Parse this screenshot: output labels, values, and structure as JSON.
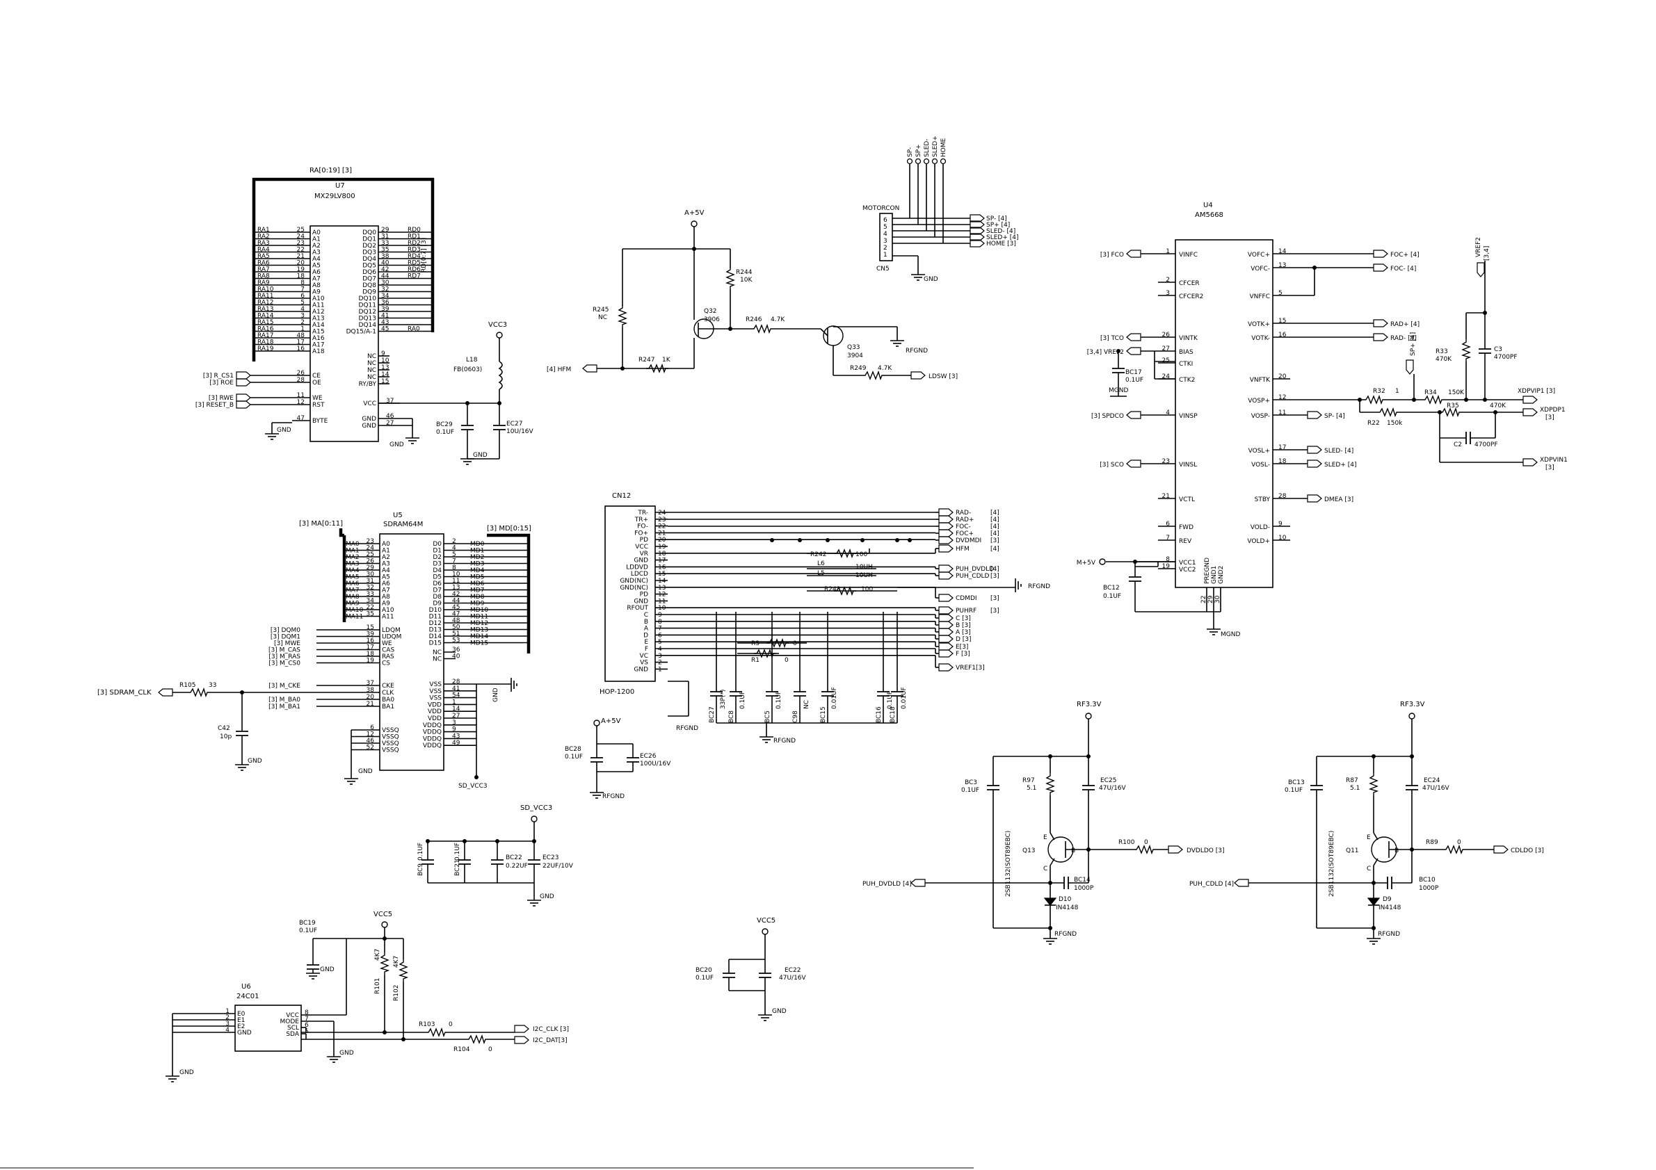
{
  "colors": {
    "ink": "#000000",
    "paper": "#ffffff"
  },
  "u7": {
    "ref": "U7",
    "part": "MX29LV800",
    "bus_top": "RA[0:19] [3]",
    "addr_pins": [
      [
        "RA1",
        "25",
        "A0"
      ],
      [
        "RA2",
        "24",
        "A1"
      ],
      [
        "RA3",
        "23",
        "A2"
      ],
      [
        "RA4",
        "22",
        "A3"
      ],
      [
        "RA5",
        "21",
        "A4"
      ],
      [
        "RA6",
        "20",
        "A5"
      ],
      [
        "RA7",
        "19",
        "A6"
      ],
      [
        "RA8",
        "18",
        "A7"
      ],
      [
        "RA9",
        "8",
        "A8"
      ],
      [
        "RA10",
        "7",
        "A9"
      ],
      [
        "RA11",
        "6",
        "A10"
      ],
      [
        "RA12",
        "5",
        "A11"
      ],
      [
        "RA13",
        "4",
        "A12"
      ],
      [
        "RA14",
        "3",
        "A13"
      ],
      [
        "RA15",
        "2",
        "A14"
      ],
      [
        "RA16",
        "1",
        "A15"
      ],
      [
        "RA17",
        "48",
        "A16"
      ],
      [
        "RA18",
        "17",
        "A17"
      ],
      [
        "RA19",
        "16",
        "A18"
      ]
    ],
    "data_pins": [
      [
        "DQ0",
        "29",
        "RD0"
      ],
      [
        "DQ1",
        "31",
        "RD1"
      ],
      [
        "DQ2",
        "33",
        "RD2"
      ],
      [
        "DQ3",
        "35",
        "RD3"
      ],
      [
        "DQ4",
        "38",
        "RD4"
      ],
      [
        "DQ5",
        "40",
        "RD5"
      ],
      [
        "DQ6",
        "42",
        "RD6"
      ],
      [
        "DQ7",
        "44",
        "RD7"
      ],
      [
        "DQ8",
        "30",
        ""
      ],
      [
        "DQ9",
        "32",
        ""
      ],
      [
        "DQ10",
        "34",
        ""
      ],
      [
        "DQ11",
        "36",
        ""
      ],
      [
        "DQ12",
        "39",
        ""
      ],
      [
        "DQ13",
        "41",
        ""
      ],
      [
        "DQ14",
        "43",
        ""
      ],
      [
        "DQ15/A-1",
        "45",
        "RA0"
      ]
    ],
    "data_bus": "RD[0:7] [3]",
    "nc_pins": [
      [
        "NC",
        "9"
      ],
      [
        "NC",
        "10"
      ],
      [
        "NC",
        "13"
      ],
      [
        "NC",
        "14"
      ],
      [
        "RY/BY",
        "15"
      ]
    ],
    "ctl_pins": [
      [
        "[3] R_CS1",
        "26",
        "CE"
      ],
      [
        "[3] ROE",
        "28",
        "OE"
      ],
      [
        "[3] RWE",
        "11",
        "WE"
      ],
      [
        "[3] RESET_B",
        "12",
        "RST"
      ],
      [
        "",
        "47",
        "BYTE"
      ]
    ],
    "pwr_pins": [
      [
        "VCC",
        "37"
      ],
      [
        "GND",
        "46"
      ],
      [
        "GND",
        "27"
      ]
    ]
  },
  "u5": {
    "ref": "U5",
    "part": "SDRAM64M",
    "bus_left": "[3] MA[0:11]",
    "bus_right": "[3] MD[0:15]",
    "addr_pins": [
      [
        "MA0",
        "23",
        "A0"
      ],
      [
        "MA1",
        "24",
        "A1"
      ],
      [
        "MA2",
        "25",
        "A2"
      ],
      [
        "MA3",
        "26",
        "A3"
      ],
      [
        "MA4",
        "29",
        "A4"
      ],
      [
        "MA5",
        "30",
        "A5"
      ],
      [
        "MA6",
        "31",
        "A6"
      ],
      [
        "MA7",
        "32",
        "A7"
      ],
      [
        "MA8",
        "33",
        "A8"
      ],
      [
        "MA9",
        "34",
        "A9"
      ],
      [
        "MA10",
        "22",
        "A10"
      ],
      [
        "MA11",
        "35",
        "A11"
      ]
    ],
    "ctl_pins": [
      [
        "[3] DQM0",
        "15",
        "LDQM"
      ],
      [
        "[3] DQM1",
        "39",
        "UDQM"
      ],
      [
        "[3] MWE",
        "16",
        "WE"
      ],
      [
        "[3] M_CAS",
        "17",
        "CAS"
      ],
      [
        "[3] M_RAS",
        "18",
        "RAS"
      ],
      [
        "[3] M_CS0",
        "19",
        "CS"
      ]
    ],
    "clk_pins": [
      [
        "[3] M_CKE",
        "37",
        "CKE"
      ],
      [
        "",
        "38",
        "CLK"
      ],
      [
        "[3] M_BA0",
        "20",
        "BA0"
      ],
      [
        "[3] M_BA1",
        "21",
        "BA1"
      ]
    ],
    "vssq_pins": [
      [
        "6",
        "VSSQ"
      ],
      [
        "12",
        "VSSQ"
      ],
      [
        "46",
        "VSSQ"
      ],
      [
        "52",
        "VSSQ"
      ]
    ],
    "data_pins": [
      [
        "D0",
        "2",
        "MD0"
      ],
      [
        "D1",
        "4",
        "MD1"
      ],
      [
        "D2",
        "5",
        "MD2"
      ],
      [
        "D3",
        "7",
        "MD3"
      ],
      [
        "D4",
        "8",
        "MD4"
      ],
      [
        "D5",
        "10",
        "MD5"
      ],
      [
        "D6",
        "11",
        "MD6"
      ],
      [
        "D7",
        "13",
        "MD7"
      ],
      [
        "D8",
        "42",
        "MD8"
      ],
      [
        "D9",
        "44",
        "MD9"
      ],
      [
        "D10",
        "45",
        "MD10"
      ],
      [
        "D11",
        "47",
        "MD11"
      ],
      [
        "D12",
        "48",
        "MD12"
      ],
      [
        "D13",
        "50",
        "MD13"
      ],
      [
        "D14",
        "51",
        "MD14"
      ],
      [
        "D15",
        "53",
        "MD15"
      ]
    ],
    "nc_pins": [
      [
        "NC",
        "36"
      ],
      [
        "NC",
        "40"
      ]
    ],
    "pwr_pins": [
      [
        "VSS",
        "28"
      ],
      [
        "VSS",
        "41"
      ],
      [
        "VSS",
        "54"
      ],
      [
        "VDD",
        "1"
      ],
      [
        "VDD",
        "14"
      ],
      [
        "VDD",
        "27"
      ],
      [
        "VDDQ",
        "3"
      ],
      [
        "VDDQ",
        "9"
      ],
      [
        "VDDQ",
        "43"
      ],
      [
        "VDDQ",
        "49"
      ]
    ],
    "clk_net": "[3] SDRAM_CLK",
    "r105": "R105",
    "r105_val": "33",
    "c42": "C42",
    "c42_val": "10p"
  },
  "hfm_amp": {
    "supply": "A+5V",
    "q32": "Q32",
    "q32_part": "3906",
    "q33": "Q33",
    "q33_part": "3904",
    "r244": "R244",
    "r244_val": "10K",
    "r245": "R245",
    "r245_val": "NC",
    "r246": "R246",
    "r246_val": "4.7K",
    "r247": "R247",
    "r247_val": "1K",
    "r249": "R249",
    "r249_val": "4.7K",
    "hfm": "[4] HFM",
    "ldsw": "LDSW [3]",
    "rfgnd": "RFGND"
  },
  "motorcon": {
    "ref": "MOTORCON",
    "cn": "CN5",
    "pins": [
      "6",
      "5",
      "4",
      "3",
      "2",
      "1"
    ],
    "top_nets": [
      "SP-",
      "SP+",
      "SLED-",
      "SLED+",
      "HOME"
    ],
    "nets": [
      "SP- [4]",
      "SP+ [4]",
      "SLED- [4]",
      "SLED+ [4]",
      "HOME [3]"
    ],
    "gnd": "GND"
  },
  "u4": {
    "ref": "U4",
    "part": "AM5668",
    "left_pins": [
      [
        "[3] FCO",
        "1",
        "VINFC"
      ],
      [
        "",
        "2",
        "CFCER"
      ],
      [
        "",
        "3",
        "CFCER2"
      ],
      [
        "[3] TCO",
        "26",
        "VINTK"
      ],
      [
        "[3,4] VREF2",
        "27",
        "BIAS"
      ],
      [
        "",
        "25",
        "CTKI"
      ],
      [
        "",
        "24",
        "CTK2"
      ],
      [
        "[3] SPDCO",
        "4",
        "VINSP"
      ],
      [
        "[3] SCO",
        "23",
        "VINSL"
      ],
      [
        "",
        "21",
        "VCTL"
      ],
      [
        "",
        "6",
        "FWD"
      ],
      [
        "",
        "7",
        "REV"
      ],
      [
        "M+5V",
        "8",
        "VCC1"
      ],
      [
        "",
        "19",
        "VCC2"
      ]
    ],
    "right_pins": [
      [
        "VOFC+",
        "14",
        "FOC+ [4]"
      ],
      [
        "VOFC-",
        "13",
        "FOC- [4]"
      ],
      [
        "VNFFC",
        "5",
        ""
      ],
      [
        "VOTK+",
        "15",
        "RAD+ [4]"
      ],
      [
        "VOTK-",
        "16",
        "RAD- [4]"
      ],
      [
        "VNFTK",
        "20",
        ""
      ],
      [
        "VOSP+",
        "12",
        ""
      ],
      [
        "VOSP-",
        "11",
        "SP- [4]"
      ],
      [
        "VOSL+",
        "17",
        "SLED- [4]"
      ],
      [
        "VOSL-",
        "18",
        "SLED+ [4]"
      ],
      [
        "STBY",
        "28",
        "DMEA [3]"
      ],
      [
        "VOLD-",
        "9",
        ""
      ],
      [
        "VOLD+",
        "10",
        ""
      ]
    ],
    "gnd_pins": [
      [
        "22",
        "PREGND"
      ],
      [
        "29",
        "GND1"
      ],
      [
        "30",
        "GND2"
      ]
    ],
    "bc17": "BC17",
    "bc17_val": "0.1UF",
    "mgnd": "MGND",
    "bc12": "BC12",
    "bc12_val": "0.1UF",
    "vref2": "VREF2",
    "vref2_pg": "[3,4]",
    "sp_plus": "SP+ [4]",
    "r33": "R33",
    "r33_val": "470K",
    "c3": "C3",
    "c3_val": "4700PF",
    "r32": "R32",
    "r32_val": "1",
    "r34": "R34",
    "r34_val": "150K",
    "r35": "R35",
    "r35_val": "470K",
    "r22": "R22",
    "r22_val": "150k",
    "c2": "C2",
    "c2_val": "4700PF",
    "xdpvip1": "XDPVIP1 [3]",
    "xdpdp1": "XDPDP1",
    "xdpdp1_pg": "[3]",
    "xdpvin1": "XDPVIN1",
    "xdpvin1_pg": "[3]"
  },
  "cn12": {
    "ref": "CN12",
    "part": "HOP-1200",
    "pins": [
      [
        "TR-",
        "24"
      ],
      [
        "TR+",
        "23"
      ],
      [
        "FO-",
        "22"
      ],
      [
        "FO+",
        "21"
      ],
      [
        "PD",
        "20"
      ],
      [
        "VCC",
        "19"
      ],
      [
        "VR",
        "18"
      ],
      [
        "GND",
        "17"
      ],
      [
        "LDDVD",
        "16"
      ],
      [
        "LDCD",
        "15"
      ],
      [
        "GND(NC)",
        "14"
      ],
      [
        "GND(NC)",
        "13"
      ],
      [
        "PD",
        "12"
      ],
      [
        "GND",
        "11"
      ],
      [
        "RFOUT",
        "10"
      ],
      [
        "C",
        "9"
      ],
      [
        "B",
        "8"
      ],
      [
        "A",
        "7"
      ],
      [
        "D",
        "6"
      ],
      [
        "E",
        "5"
      ],
      [
        "F",
        "4"
      ],
      [
        "VC",
        "3"
      ],
      [
        "VS",
        "2"
      ],
      [
        "GND",
        "1"
      ]
    ],
    "right_nets": [
      "RAD-",
      "RAD+",
      "FOC-",
      "FOC+",
      "DVDMDI",
      "HFM",
      "PUH_DVDLD",
      "PUH_CDLD",
      "CDMDI",
      "PUHRF",
      "C [3]",
      "B [3]",
      "A [3]",
      "D [3]",
      "E[3]",
      "F [3]",
      "VREF1[3]"
    ],
    "right_pages": [
      "[4]",
      "[4]",
      "[4]",
      "[4]",
      "[3]",
      "[4]",
      "[4]",
      "[3]",
      "[3]",
      "[3]",
      "",
      "",
      "",
      "",
      "",
      "",
      ""
    ],
    "r242": "R242",
    "r242_val": "100",
    "l6": "L6",
    "l6_val": "10UH",
    "l5": "L5",
    "l5_val": "10UH",
    "r243": "R243",
    "r243_val": "100",
    "r3": "R3",
    "r3_val": "0",
    "r1": "R1",
    "r1_val": "0",
    "rfgnd": "RFGND",
    "caps": [
      [
        "BC27",
        "33P(*)"
      ],
      [
        "BC8",
        "0.1UF"
      ],
      [
        "BC5",
        "0.1UF"
      ],
      [
        "C98",
        "NC"
      ],
      [
        "BC15",
        "0.01UF"
      ],
      [
        "BC16",
        "0.1UF"
      ],
      [
        "BC18",
        "0.01UF"
      ]
    ]
  },
  "vcc3": {
    "net": "VCC3",
    "l18": "L18",
    "l18_val": "FB(0603)",
    "bc29": "BC29",
    "bc29_val": "0.1UF",
    "ec27": "EC27",
    "ec27_val": "10U/16V",
    "gnd": "GND"
  },
  "a5v": {
    "net": "A+5V",
    "bc28": "BC28",
    "bc28_val": "0.1UF",
    "ec26": "EC26",
    "ec26_val": "100U/16V",
    "gnd": "RFGND"
  },
  "sdvcc3": {
    "net": "SD_VCC3",
    "caps": [
      [
        "BC9",
        "0.1UF"
      ],
      [
        "BC21",
        "0.1UF"
      ],
      [
        "BC22",
        "0.22UF"
      ],
      [
        "EC23",
        "22UF/10V"
      ]
    ],
    "gnd": "GND"
  },
  "u6": {
    "ref": "U6",
    "part": "24C01",
    "left_pins": [
      [
        "E0",
        "1"
      ],
      [
        "E1",
        "2"
      ],
      [
        "E2",
        "3"
      ],
      [
        "GND",
        "4"
      ]
    ],
    "right_pins": [
      [
        "VCC",
        "8"
      ],
      [
        "MODE",
        "7"
      ],
      [
        "SCL",
        "6"
      ],
      [
        "SDA",
        "5"
      ]
    ],
    "vcc": "VCC5",
    "bc19": "BC19",
    "bc19_val": "0.1UF",
    "r101": "R101",
    "r101_val": "4K7",
    "r102": "R102",
    "r102_val": "4K7",
    "r103": "R103",
    "r103_val": "0",
    "r104": "R104",
    "r104_val": "0",
    "clk": "I2C_CLK [3]",
    "dat": "I2C_DAT[3]",
    "gnd": "GND"
  },
  "vcc5": {
    "net": "VCC5",
    "bc20": "BC20",
    "bc20_val": "0.1UF",
    "ec22": "EC22",
    "ec22_val": "47U/16V",
    "gnd": "GND"
  },
  "ld_dvd": {
    "supply": "RF3.3V",
    "bc3": "BC3",
    "bc3_val": "0.1UF",
    "r97": "R97",
    "r97_val": "5.1",
    "ec25": "EC25",
    "ec25_val": "47U/16V",
    "q13": "Q13",
    "q_part": "2SB1132(SOT89EBC)",
    "r100": "R100",
    "r100_val": "0",
    "out": "DVDLDO [3]",
    "bc14": "BC14",
    "bc14_val": "1000P",
    "in": "PUH_DVDLD [4]",
    "d": "D10",
    "d_part": "IN4148",
    "gnd": "RFGND"
  },
  "ld_cd": {
    "supply": "RF3.3V",
    "bc13": "BC13",
    "bc13_val": "0.1UF",
    "r87": "R87",
    "r87_val": "5.1",
    "ec24": "EC24",
    "ec24_val": "47U/16V",
    "q11": "Q11",
    "q_part": "2SB1132(SOT89EBC)",
    "r89": "R89",
    "r89_val": "0",
    "out": "CDLDO [3]",
    "bc10": "BC10",
    "bc10_val": "1000P",
    "in": "PUH_CDLD [4]",
    "d": "D9",
    "d_part": "IN4148",
    "gnd": "RFGND"
  }
}
